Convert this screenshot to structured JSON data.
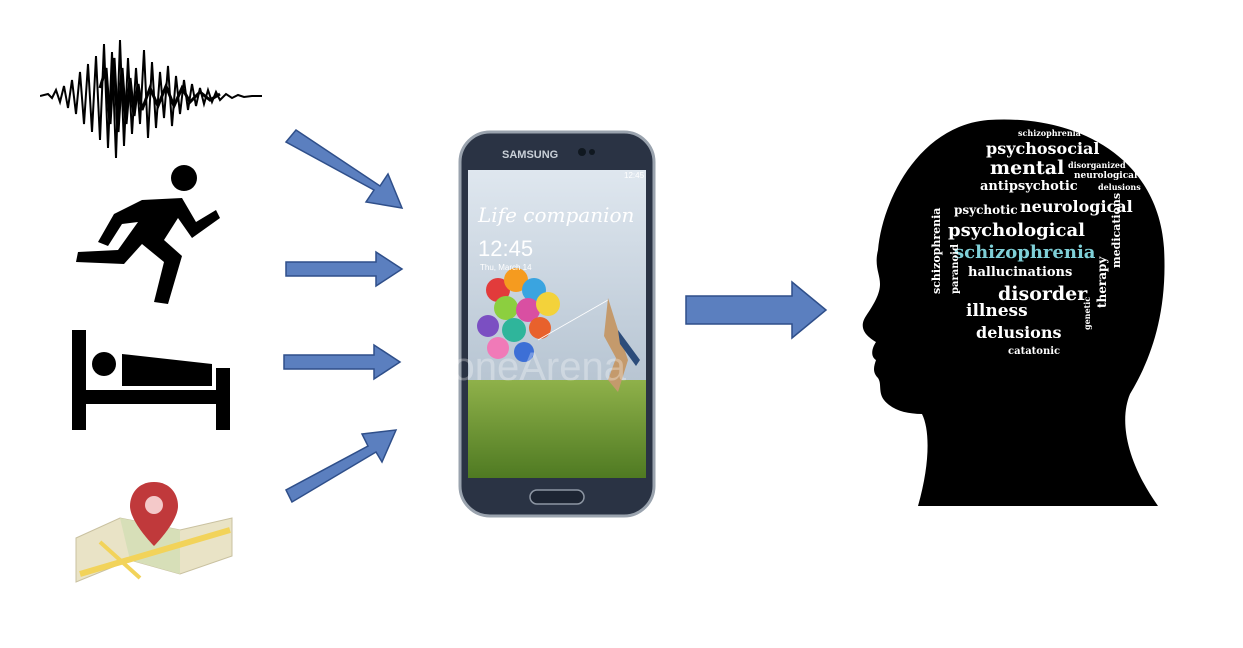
{
  "phone": {
    "brand": "SAMSUNG",
    "status_time": "12:45",
    "app_title": "Life companion",
    "clock": "12:45",
    "date": "Thu, March 14",
    "watermark": "phoneArena"
  },
  "head": {
    "word_cloud": [
      "schizophrenia",
      "psychosocial",
      "mental",
      "disorganized",
      "neurological",
      "antipsychotic",
      "delusions",
      "psychotic",
      "psychological",
      "therapy",
      "medications",
      "hallucinations",
      "paranoid",
      "disorder",
      "illness",
      "catatonic",
      "genetic",
      "delusions"
    ]
  },
  "colors": {
    "arrow_fill": "#5b7fbf",
    "arrow_stroke": "#2f4f8a",
    "highlight_word": "#7fd0d8",
    "silhouette": "#000000"
  },
  "icons": [
    "sound-wave-icon",
    "running-person-icon",
    "bed-icon",
    "map-pin-icon",
    "smartphone",
    "head-silhouette"
  ]
}
